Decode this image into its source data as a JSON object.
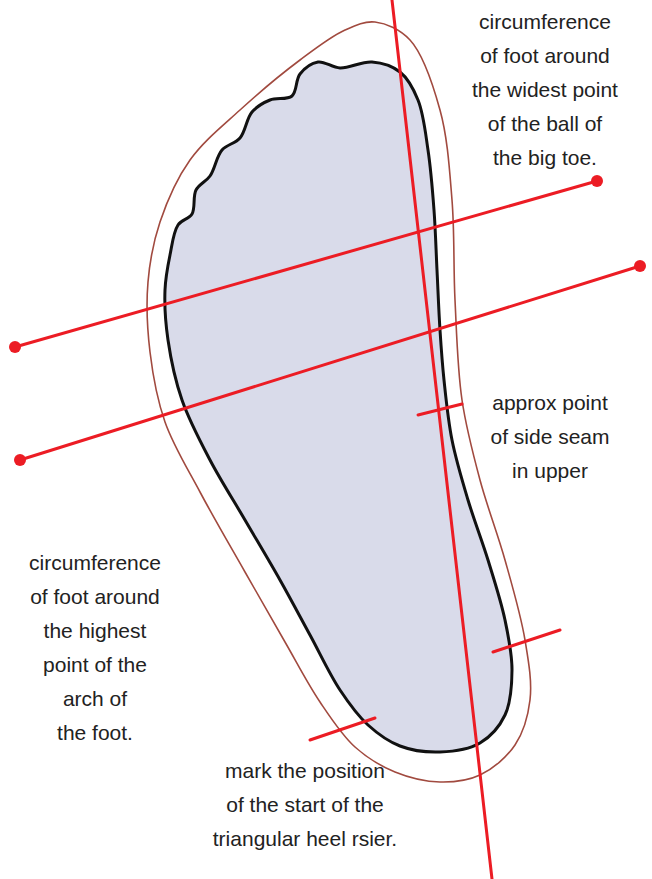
{
  "diagram": {
    "labels": [
      "circumference of foot around the widest point of the ball of the big toe.",
      "approx point of side seam in upper",
      "circumference of foot around the highest point of the arch of the foot.",
      "mark the position of the start of the triangular heel rsier."
    ]
  }
}
